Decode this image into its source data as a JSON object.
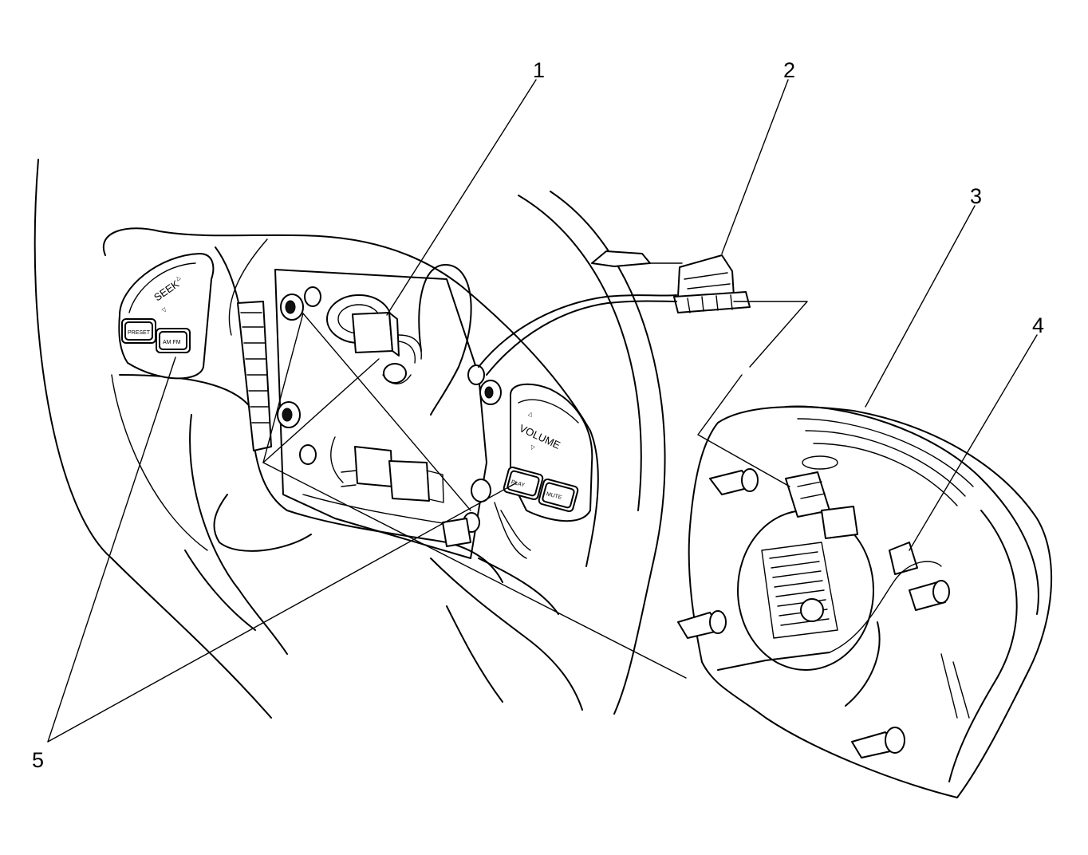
{
  "callouts": [
    {
      "id": "1",
      "label": "1"
    },
    {
      "id": "2",
      "label": "2"
    },
    {
      "id": "3",
      "label": "3"
    },
    {
      "id": "4",
      "label": "4"
    },
    {
      "id": "5",
      "label": "5"
    }
  ],
  "switches": {
    "seek": "SEEK",
    "volume": "VOLUME",
    "play": "PLAY",
    "mute": "MUTE",
    "preset": "PRESET",
    "am_fm": "AM FM",
    "up_arrow": "△",
    "down_arrow": "▽"
  }
}
